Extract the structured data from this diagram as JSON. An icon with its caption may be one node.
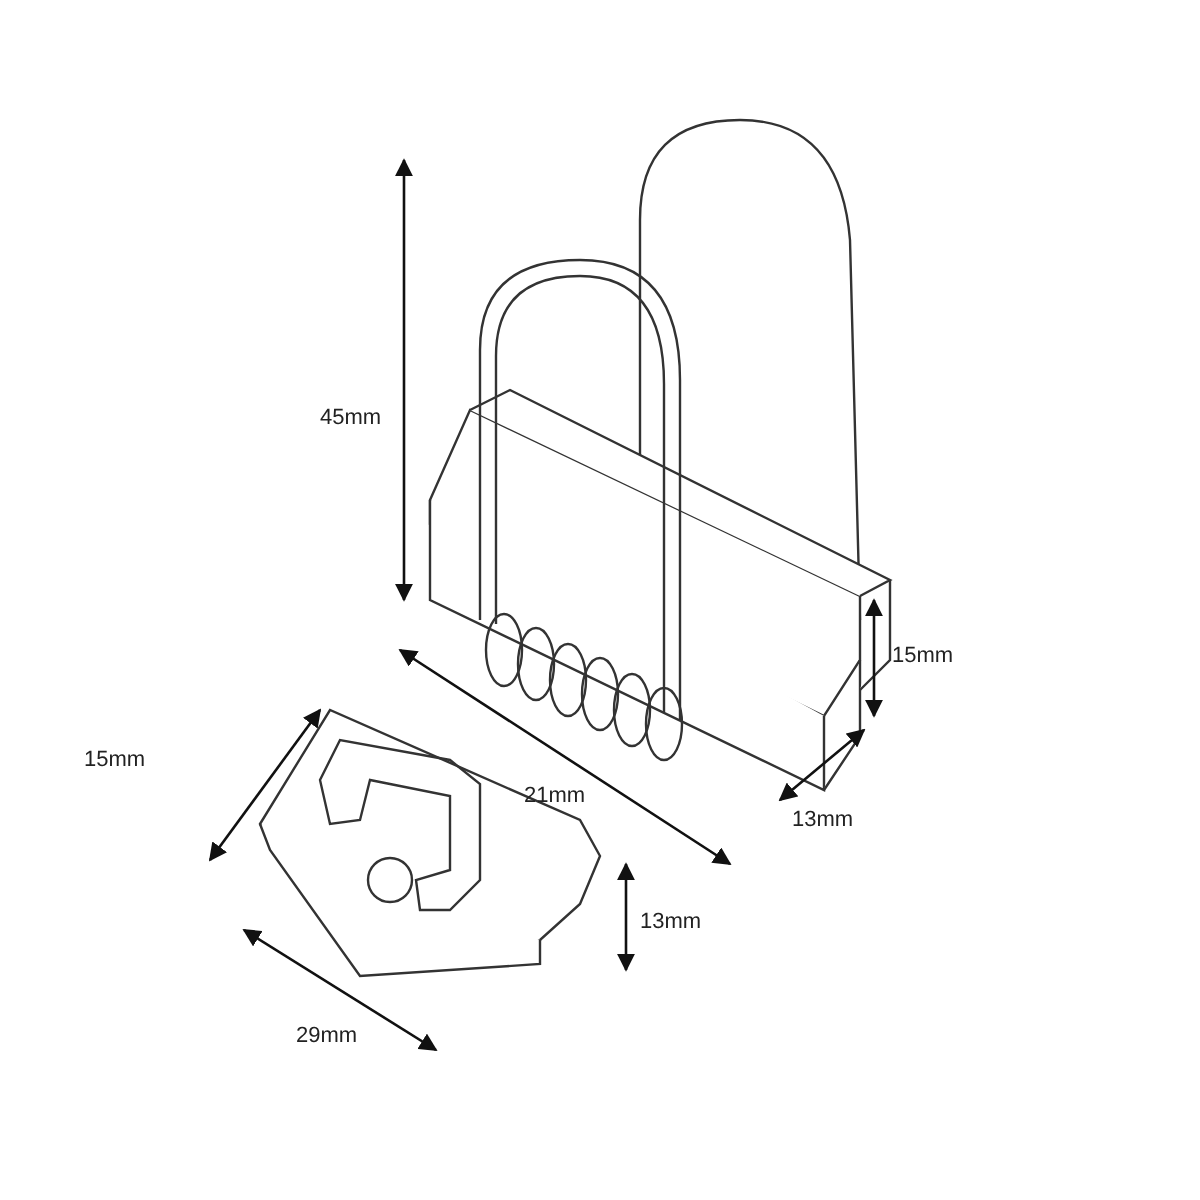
{
  "diagram": {
    "labels": [
      "45mm",
      "15mm",
      "21mm",
      "13mm",
      "15mm",
      "13mm",
      "29mm"
    ]
  }
}
